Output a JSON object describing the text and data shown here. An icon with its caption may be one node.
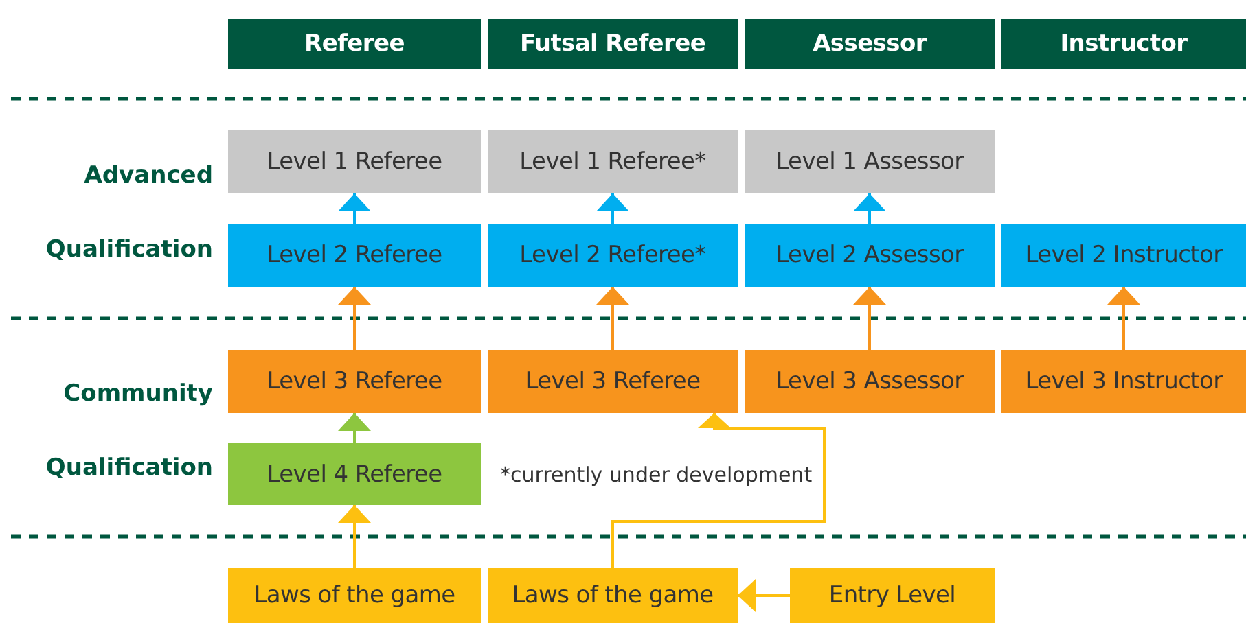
{
  "diagram": {
    "nodes": [
      {
        "text": [
          "Referee"
        ]
      },
      {
        "text": [
          "Futsal Referee"
        ]
      },
      {
        "text": [
          "Assessor"
        ]
      },
      {
        "text": [
          "Instructor"
        ]
      },
      {
        "text": [
          "Level 1 Referee"
        ]
      },
      {
        "text": [
          "Level 1 Referee*"
        ]
      },
      {
        "text": [
          "Level 1 Assessor"
        ]
      },
      {
        "text": [
          "Level 2 Referee"
        ]
      },
      {
        "text": [
          "Level 2 Referee*"
        ]
      },
      {
        "text": [
          "Level 2 Assessor"
        ]
      },
      {
        "text": [
          "Level 2 Instructor"
        ]
      },
      {
        "text": [
          "Level 3 Referee"
        ]
      },
      {
        "text": [
          "Level 3 Referee"
        ]
      },
      {
        "text": [
          "Level 3 Assessor"
        ]
      },
      {
        "text": [
          "Level 3 Instructor"
        ]
      },
      {
        "text": [
          "Level 4 Referee"
        ]
      },
      {
        "text": [
          "Laws of the game"
        ]
      },
      {
        "text": [
          "Laws of the game"
        ]
      },
      {
        "text": [
          "Entry Level"
        ]
      }
    ],
    "edges": [
      {
        "from": 7,
        "to": 4,
        "arrow": "to",
        "color": "#00aeef"
      },
      {
        "from": 8,
        "to": 5,
        "arrow": "to",
        "color": "#00aeef"
      },
      {
        "from": 9,
        "to": 6,
        "arrow": "to",
        "color": "#00aeef"
      },
      {
        "from": 11,
        "to": 7,
        "arrow": "to"
      },
      {
        "from": 12,
        "to": 8,
        "arrow": "to"
      },
      {
        "from": 13,
        "to": 9,
        "arrow": "to"
      },
      {
        "from": 14,
        "to": 10,
        "arrow": "to"
      },
      {
        "from": 15,
        "to": 11,
        "arrow": "to",
        "color": "#8dc63f"
      },
      {
        "from": 16,
        "to": 15,
        "arrow": "to",
        "color": "#fdc010"
      },
      {
        "from": 17,
        "to": 12,
        "arrow": "to",
        "color": "#fdc010"
      },
      {
        "from": 18,
        "to": 17,
        "arrow": "to",
        "color": "#fdc010"
      }
    ],
    "labels": [
      "Advanced",
      "Qualification",
      "Community",
      "Qualification",
      "*currently under development"
    ]
  }
}
